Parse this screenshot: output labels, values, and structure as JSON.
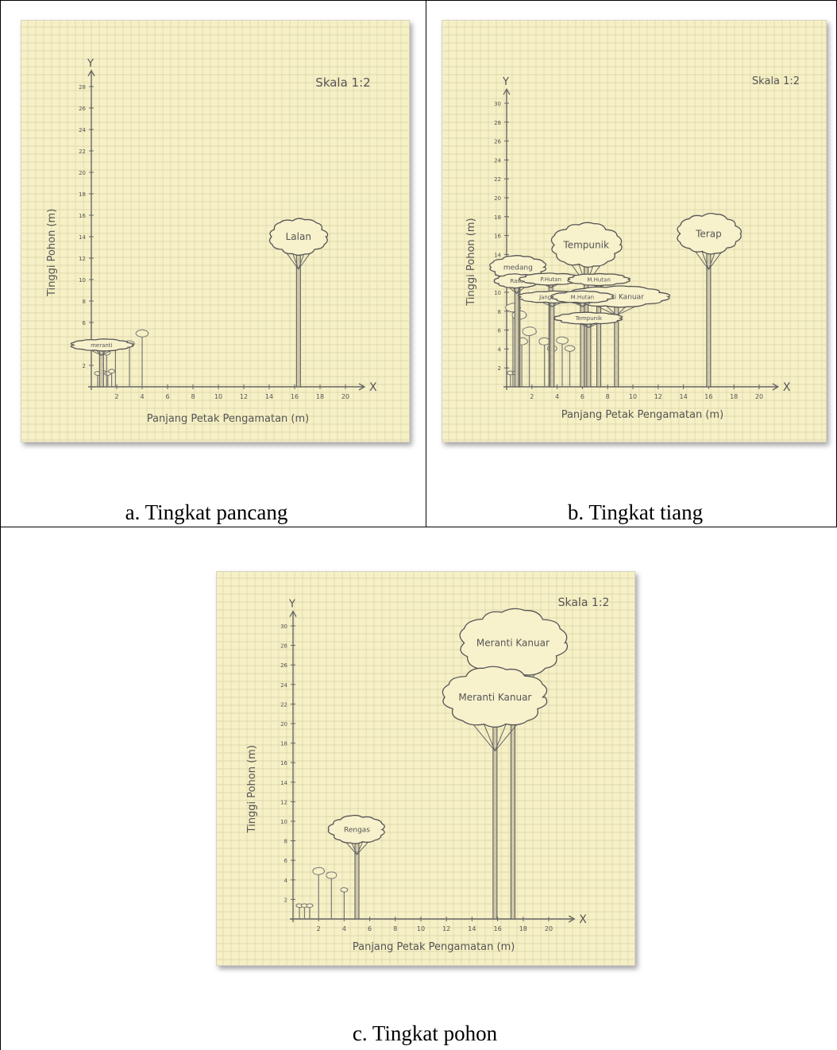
{
  "figures": [
    {
      "id": "a",
      "caption": "a. Tingkat pancang",
      "scale": "Skala 1:2",
      "x_axis_letter": "X",
      "y_axis_letter": "Y",
      "xlabel": "Panjang Petak Pengamatan (m)",
      "ylabel": "Tinggi Pohon (m)",
      "x_ticks": [
        2,
        4,
        6,
        8,
        10,
        12,
        14,
        16,
        18,
        20
      ],
      "y_ticks": [
        2,
        4,
        6,
        8,
        10,
        12,
        14,
        16,
        18,
        20,
        22,
        24,
        26,
        28
      ],
      "labeled_trees": [
        {
          "name": "Lalan",
          "x": 16.3,
          "height": 12.4,
          "crown_top": 15.6
        },
        {
          "name": "meranti",
          "x": 0.8,
          "height": 3.4,
          "crown_top": 4.4
        }
      ],
      "small_trees": [
        {
          "x": 0.5,
          "h": 1.1
        },
        {
          "x": 0.9,
          "h": 1.2
        },
        {
          "x": 1.3,
          "h": 1.1
        },
        {
          "x": 1.6,
          "h": 1.3
        },
        {
          "x": 1.2,
          "h": 3.0
        },
        {
          "x": 1.9,
          "h": 3.6
        },
        {
          "x": 3.0,
          "h": 3.8
        },
        {
          "x": 4.0,
          "h": 4.7
        }
      ]
    },
    {
      "id": "b",
      "caption": "b. Tingkat tiang",
      "scale": "Skala 1:2",
      "x_axis_letter": "X",
      "y_axis_letter": "Y",
      "xlabel": "Panjang Petak Pengamatan (m)",
      "ylabel": "Tinggi Pohon (m)",
      "x_ticks": [
        2,
        4,
        6,
        8,
        10,
        12,
        14,
        16,
        18,
        20
      ],
      "y_ticks": [
        2,
        4,
        6,
        8,
        10,
        12,
        14,
        16,
        18,
        20,
        22,
        24,
        26,
        28,
        30
      ],
      "labeled_trees": [
        {
          "name": "Terap",
          "x": 16,
          "height": 14.2,
          "crown_top": 18.2
        },
        {
          "name": "Tempunik",
          "x": 6.3,
          "height": 12.8,
          "crown_top": 17.2
        },
        {
          "name": "medang",
          "x": 0.9,
          "height": 11.5,
          "crown_top": 13.8
        },
        {
          "name": "Rasa",
          "x": 0.8,
          "height": 10.5,
          "crown_top": 11.9
        },
        {
          "name": "P.Hutan",
          "x": 3.5,
          "height": 11.0,
          "crown_top": 11.8
        },
        {
          "name": "M.Hutan",
          "x": 7.3,
          "height": 11.0,
          "crown_top": 11.7
        },
        {
          "name": "Meranti Kanuar",
          "x": 8.7,
          "height": 8.5,
          "crown_top": 10.6
        },
        {
          "name": "Jangkang",
          "x": 3.6,
          "height": 9.0,
          "crown_top": 10.0
        },
        {
          "name": "M.Hutan",
          "x": 6.0,
          "height": 9.0,
          "crown_top": 10.0
        },
        {
          "name": "Tempunik",
          "x": 6.5,
          "height": 6.8,
          "crown_top": 7.7
        }
      ],
      "small_trees": [
        {
          "x": 0.3,
          "h": 1.3
        },
        {
          "x": 0.7,
          "h": 1.3
        },
        {
          "x": 1.2,
          "h": 4.5
        },
        {
          "x": 1.8,
          "h": 5.5
        },
        {
          "x": 3.0,
          "h": 4.5
        },
        {
          "x": 3.6,
          "h": 3.8
        },
        {
          "x": 4.4,
          "h": 4.6
        },
        {
          "x": 5.0,
          "h": 3.8
        },
        {
          "x": 0.5,
          "h": 8.0
        },
        {
          "x": 1.0,
          "h": 7.2
        }
      ]
    },
    {
      "id": "c",
      "caption": "c. Tingkat pohon",
      "scale": "Skala 1:2",
      "x_axis_letter": "X",
      "y_axis_letter": "Y",
      "xlabel": "Panjang Petak Pengamatan (m)",
      "ylabel": "Tinggi Pohon (m)",
      "x_ticks": [
        2,
        4,
        6,
        8,
        10,
        12,
        14,
        16,
        18,
        20
      ],
      "y_ticks": [
        2,
        4,
        6,
        8,
        10,
        12,
        14,
        16,
        18,
        20,
        22,
        24,
        26,
        28,
        30
      ],
      "labeled_trees": [
        {
          "name": "Meranti Kanuar",
          "x": 17.2,
          "height": 25.0,
          "crown_top": 31.5
        },
        {
          "name": "Meranti Kanuar",
          "x": 15.8,
          "height": 19.8,
          "crown_top": 25.6
        },
        {
          "name": "Rengas",
          "x": 5.0,
          "height": 7.8,
          "crown_top": 10.5
        }
      ],
      "small_trees": [
        {
          "x": 0.5,
          "h": 1.2
        },
        {
          "x": 0.9,
          "h": 1.2
        },
        {
          "x": 1.3,
          "h": 1.2
        },
        {
          "x": 2.0,
          "h": 4.6
        },
        {
          "x": 3.0,
          "h": 4.2
        },
        {
          "x": 4.0,
          "h": 2.8
        }
      ]
    }
  ]
}
